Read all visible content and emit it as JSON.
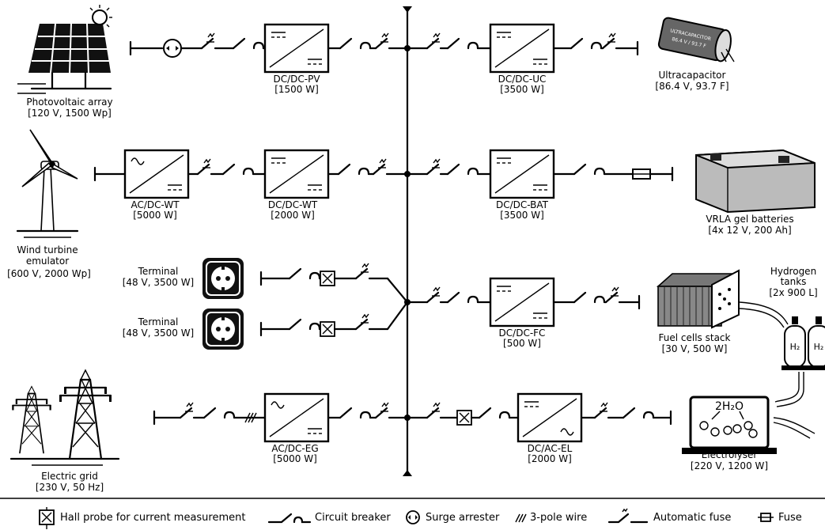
{
  "diagram": {
    "pv": {
      "name": "Photovoltaic array",
      "spec": "[120 V, 1500 Wp]",
      "converter": "DC/DC-PV",
      "power": "[1500 W]"
    },
    "uc": {
      "name": "Ultracapacitor",
      "spec": "[86.4 V, 93.7 F]",
      "converter": "DC/DC-UC",
      "power": "[3500 W]",
      "can_text1": "ULTRACAPACITOR",
      "can_text2": "86.4 V / 93.7 F"
    },
    "wt": {
      "name_line1": "Wind turbine",
      "name_line2": "emulator",
      "spec": "[600 V, 2000 Wp]",
      "converter1": "AC/DC-WT",
      "power1": "[5000 W]",
      "converter2": "DC/DC-WT",
      "power2": "[2000 W]"
    },
    "bat": {
      "name": "VRLA gel batteries",
      "spec": "[4x 12 V, 200 Ah]",
      "converter": "DC/DC-BAT",
      "power": "[3500 W]"
    },
    "terminal1": {
      "name": "Terminal",
      "spec": "[48 V, 3500 W]"
    },
    "terminal2": {
      "name": "Terminal",
      "spec": "[48 V, 3500 W]"
    },
    "fc": {
      "name": "Fuel cells stack",
      "spec": "[30 V, 500 W]",
      "converter": "DC/DC-FC",
      "power": "[500 W]"
    },
    "h2": {
      "name_line1": "Hydrogen",
      "name_line2": "tanks",
      "spec": "[2x 900 L]",
      "symbol": "H₂"
    },
    "grid": {
      "name": "Electric grid",
      "spec": "[230 V, 50 Hz]",
      "converter": "AC/DC-EG",
      "power": "[5000 W]"
    },
    "el": {
      "name": "Electrolyser",
      "spec": "[220 V, 1200 W]",
      "converter": "DC/AC-EL",
      "power": "[2000 W]",
      "formula": "2H₂O"
    }
  },
  "legend": {
    "hall": "Hall probe for current measurement",
    "breaker": "Circuit breaker",
    "surge": "Surge arrester",
    "wire": "3-pole wire",
    "autofuse": "Automatic fuse",
    "fuse": "Fuse"
  }
}
